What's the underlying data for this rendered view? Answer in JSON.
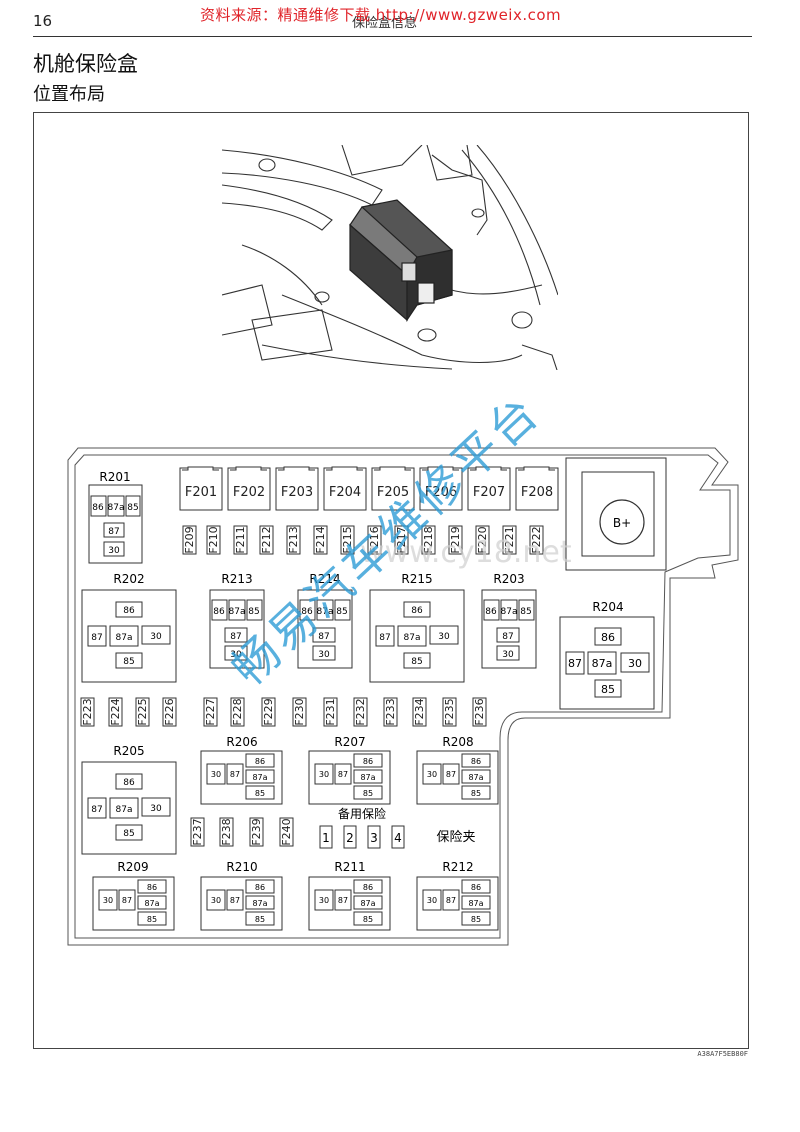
{
  "header": {
    "page_number": "16",
    "source_watermark": "资料来源：精通维修下载 http://www.gzweix.com",
    "section_title": "保险盒信息",
    "title": "机舱保险盒",
    "subtitle": "位置布局",
    "figure_code": "A38A7F5EB80F"
  },
  "watermark": {
    "diagonal_text": "畅易汽车维修平台",
    "faint_text": "www.cy18.net"
  },
  "big_fuses": [
    "F201",
    "F202",
    "F203",
    "F204",
    "F205",
    "F206",
    "F207",
    "F208"
  ],
  "small_fuses_row1": [
    "F209",
    "F210",
    "F211",
    "F212",
    "F213",
    "F214",
    "F215",
    "F216",
    "F217",
    "F218",
    "F219",
    "F220",
    "F221",
    "F222"
  ],
  "small_fuses_row2": [
    "F223",
    "F224",
    "F225",
    "F226",
    "F227",
    "F228",
    "F229",
    "F230",
    "F231",
    "F232",
    "F233",
    "F234",
    "F235",
    "F236"
  ],
  "small_fuses_row3": [
    "F237",
    "F238",
    "F239",
    "F240"
  ],
  "battery_terminal": "B+",
  "relays": {
    "r201": "R201",
    "r202": "R202",
    "r203": "R203",
    "r204": "R204",
    "r205": "R205",
    "r206": "R206",
    "r207": "R207",
    "r208": "R208",
    "r209": "R209",
    "r210": "R210",
    "r211": "R211",
    "r212": "R212",
    "r213": "R213",
    "r214": "R214",
    "r215": "R215"
  },
  "pins": {
    "p86": "86",
    "p87": "87",
    "p87a": "87a",
    "p85": "85",
    "p30": "30"
  },
  "spare": {
    "label": "备用保险",
    "slots": [
      "1",
      "2",
      "3",
      "4"
    ]
  },
  "fuse_puller": "保险夹"
}
